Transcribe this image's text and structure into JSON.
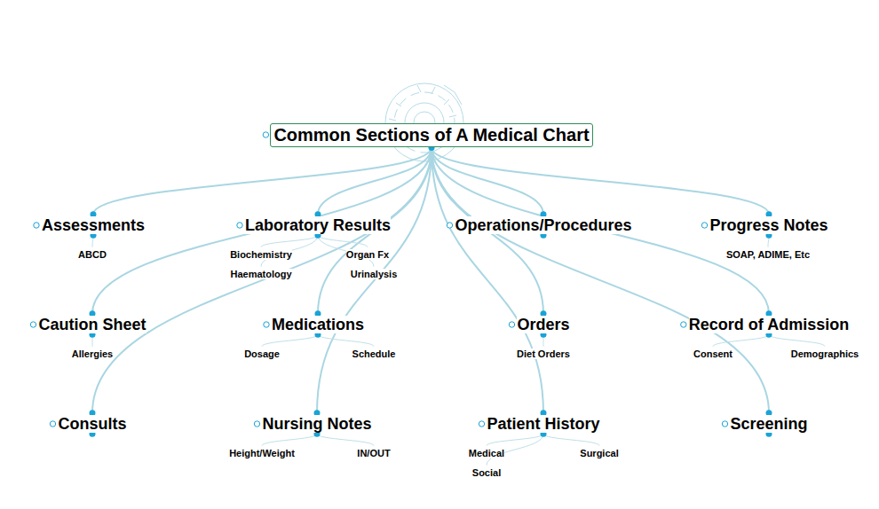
{
  "diagram": {
    "nodes": [
      {
        "text": [
          "Common Sections of A Medical Chart"
        ]
      },
      {
        "text": [
          "Assessments"
        ]
      },
      {
        "text": [
          "ABCD"
        ]
      },
      {
        "text": [
          "Laboratory Results"
        ]
      },
      {
        "text": [
          "Biochemistry"
        ]
      },
      {
        "text": [
          "Organ Fx"
        ]
      },
      {
        "text": [
          "Haematology"
        ]
      },
      {
        "text": [
          "Urinalysis"
        ]
      },
      {
        "text": [
          "Operations/Procedures"
        ]
      },
      {
        "text": [
          "Progress Notes"
        ]
      },
      {
        "text": [
          "SOAP, ADIME, Etc"
        ]
      },
      {
        "text": [
          "Caution Sheet"
        ]
      },
      {
        "text": [
          "Allergies"
        ]
      },
      {
        "text": [
          "Medications"
        ]
      },
      {
        "text": [
          "Dosage"
        ]
      },
      {
        "text": [
          "Schedule"
        ]
      },
      {
        "text": [
          "Orders"
        ]
      },
      {
        "text": [
          "Diet Orders"
        ]
      },
      {
        "text": [
          "Record of Admission"
        ]
      },
      {
        "text": [
          "Consent"
        ]
      },
      {
        "text": [
          "Demographics"
        ]
      },
      {
        "text": [
          "Consults"
        ]
      },
      {
        "text": [
          "Nursing Notes"
        ]
      },
      {
        "text": [
          "Height/Weight"
        ]
      },
      {
        "text": [
          "IN/OUT"
        ]
      },
      {
        "text": [
          "Patient History"
        ]
      },
      {
        "text": [
          "Medical"
        ]
      },
      {
        "text": [
          "Surgical"
        ]
      },
      {
        "text": [
          "Social"
        ]
      },
      {
        "text": [
          "Screening"
        ]
      }
    ],
    "edges": [
      {
        "from": 0,
        "to": 1,
        "arrow": "none"
      },
      {
        "from": 0,
        "to": 3,
        "arrow": "none"
      },
      {
        "from": 0,
        "to": 8,
        "arrow": "none"
      },
      {
        "from": 0,
        "to": 9,
        "arrow": "none"
      },
      {
        "from": 0,
        "to": 11,
        "arrow": "none"
      },
      {
        "from": 0,
        "to": 13,
        "arrow": "none"
      },
      {
        "from": 0,
        "to": 16,
        "arrow": "none"
      },
      {
        "from": 0,
        "to": 18,
        "arrow": "none"
      },
      {
        "from": 0,
        "to": 21,
        "arrow": "none"
      },
      {
        "from": 0,
        "to": 22,
        "arrow": "none"
      },
      {
        "from": 0,
        "to": 25,
        "arrow": "none"
      },
      {
        "from": 0,
        "to": 29,
        "arrow": "none"
      },
      {
        "from": 1,
        "to": 2,
        "arrow": "none"
      },
      {
        "from": 3,
        "to": 4,
        "arrow": "none"
      },
      {
        "from": 3,
        "to": 5,
        "arrow": "none"
      },
      {
        "from": 3,
        "to": 6,
        "arrow": "none"
      },
      {
        "from": 3,
        "to": 7,
        "arrow": "none"
      },
      {
        "from": 9,
        "to": 10,
        "arrow": "none"
      },
      {
        "from": 11,
        "to": 12,
        "arrow": "none"
      },
      {
        "from": 13,
        "to": 14,
        "arrow": "none"
      },
      {
        "from": 13,
        "to": 15,
        "arrow": "none"
      },
      {
        "from": 16,
        "to": 17,
        "arrow": "none"
      },
      {
        "from": 18,
        "to": 19,
        "arrow": "none"
      },
      {
        "from": 18,
        "to": 20,
        "arrow": "none"
      },
      {
        "from": 22,
        "to": 23,
        "arrow": "none"
      },
      {
        "from": 22,
        "to": 24,
        "arrow": "none"
      },
      {
        "from": 25,
        "to": 26,
        "arrow": "none"
      },
      {
        "from": 25,
        "to": 27,
        "arrow": "none"
      },
      {
        "from": 25,
        "to": 28,
        "arrow": "none"
      }
    ]
  }
}
